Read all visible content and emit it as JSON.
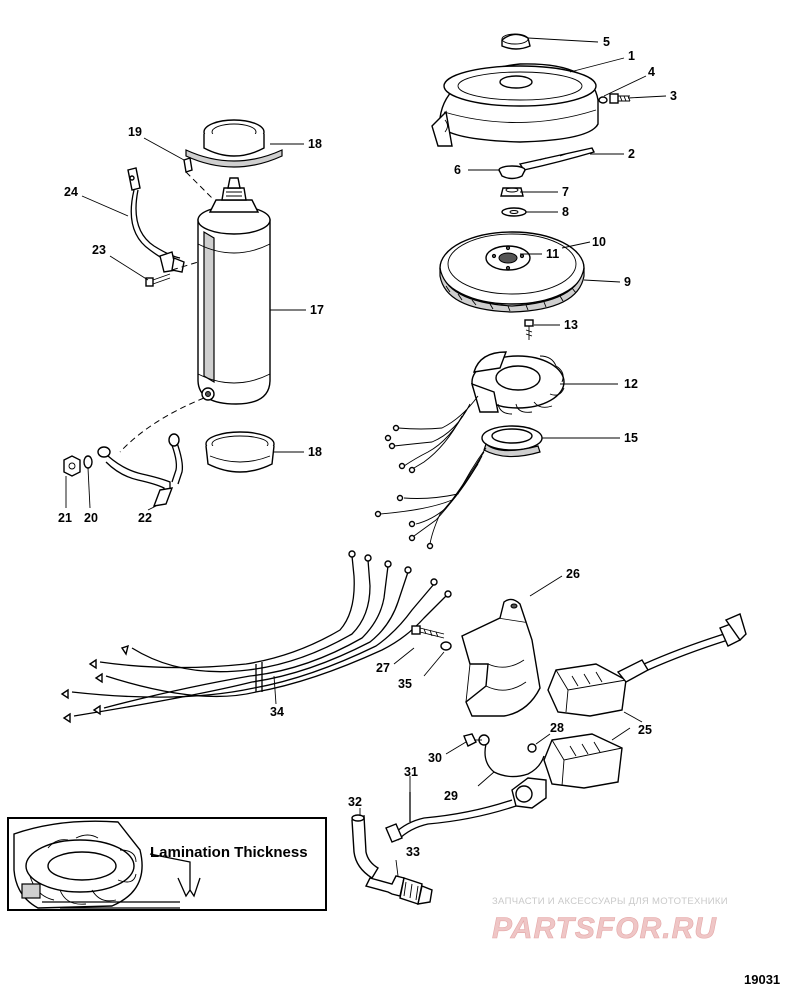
{
  "callouts": {
    "c1": "1",
    "c2": "2",
    "c3": "3",
    "c4": "4",
    "c5": "5",
    "c6": "6",
    "c7": "7",
    "c8": "8",
    "c9": "9",
    "c10": "10",
    "c11": "11",
    "c12": "12",
    "c13": "13",
    "c15": "15",
    "c17": "17",
    "c18a": "18",
    "c18b": "18",
    "c19": "19",
    "c20": "20",
    "c21": "21",
    "c22": "22",
    "c23": "23",
    "c24": "24",
    "c25": "25",
    "c26": "26",
    "c27": "27",
    "c28": "28",
    "c29": "29",
    "c30": "30",
    "c31": "31",
    "c32": "32",
    "c33": "33",
    "c34": "34",
    "c35": "35"
  },
  "inset": {
    "label": "Lamination Thickness"
  },
  "figure_number": "19031",
  "watermark": {
    "tagline": "ЗАПЧАСТИ И АКСЕССУАРЫ ДЛЯ МОТОТЕХНИКИ",
    "logo": "PARTSFOR.RU",
    "logo_color": "#e8b4b4"
  }
}
